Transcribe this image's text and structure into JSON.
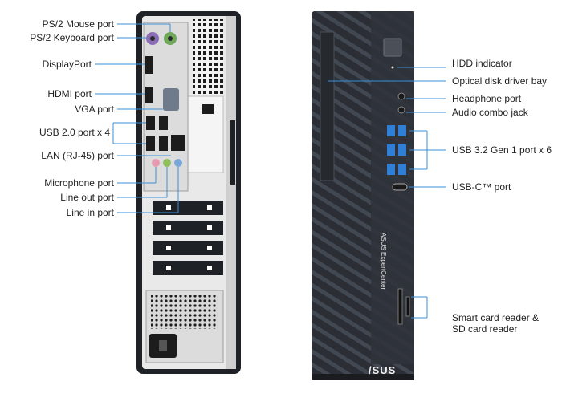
{
  "left_labels": [
    "PS/2 Mouse port",
    "PS/2 Keyboard port",
    "DisplayPort",
    "HDMI port",
    "VGA port",
    "USB 2.0 port x 4",
    "LAN (RJ-45) port",
    "Microphone port",
    "Line out port",
    "Line in port"
  ],
  "right_labels": [
    "HDD indicator",
    "Optical disk driver bay",
    "Headphone port",
    "Audio combo jack",
    "USB 3.2 Gen 1 port x 6",
    "USB-C™ port",
    "Smart card reader &",
    "SD card reader"
  ],
  "brand": {
    "vertical_text": "ASUS ExpertCenter",
    "logo": "/SUS"
  },
  "colors": {
    "leader_line": "#3a8fd8",
    "case_dark": "#2b2f35",
    "case_stripe": "#3b4048",
    "back_panel": "#e9e9e9",
    "ps2_mouse": "#6fa85a",
    "ps2_keyboard": "#8a6db5",
    "usb3_blue": "#2f7fd6",
    "mic_pink": "#e79ab0",
    "line_out_green": "#8fbf5a",
    "line_in_blue": "#79a8d8"
  }
}
